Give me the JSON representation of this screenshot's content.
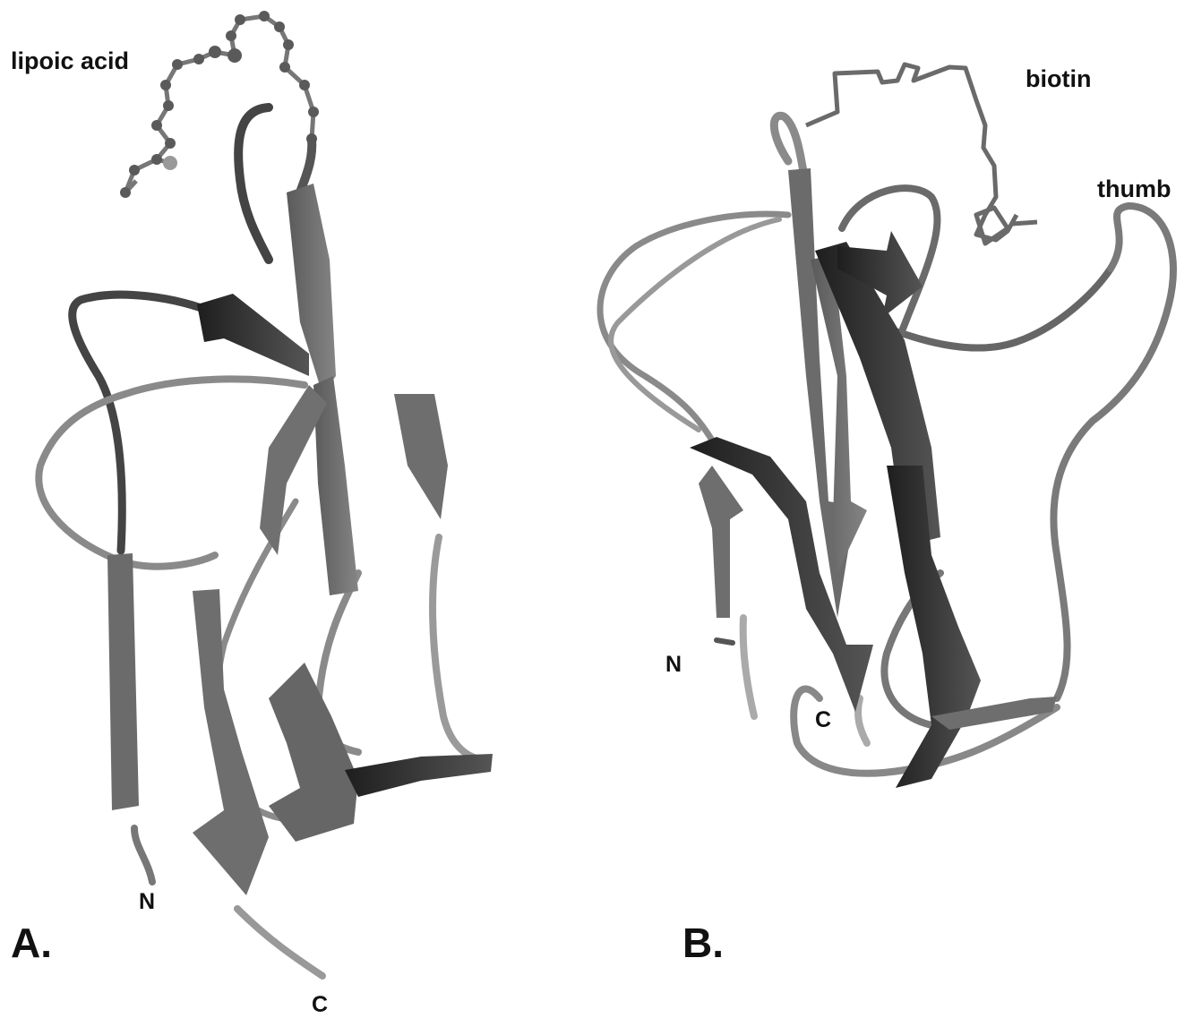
{
  "panels": [
    {
      "id": "A",
      "panel_label": "A.",
      "ligand_label": "lipoic acid",
      "n_terminus": "N",
      "c_terminus": "C"
    },
    {
      "id": "B",
      "panel_label": "B.",
      "ligand_label": "biotin",
      "loop_label": "thumb",
      "n_terminus": "N",
      "c_terminus": "C"
    }
  ],
  "colors": {
    "background": "#ffffff",
    "strand_mid": "#6e6e6e",
    "strand_dark": "#2b2b2b",
    "strand_light": "#9a9a9a",
    "coil": "#7a7a7a",
    "text": "#111111"
  },
  "icons": [
    "ribbon-structure-A",
    "ribbon-structure-B",
    "lipoic-acid-ball-and-stick",
    "biotin-stick"
  ]
}
